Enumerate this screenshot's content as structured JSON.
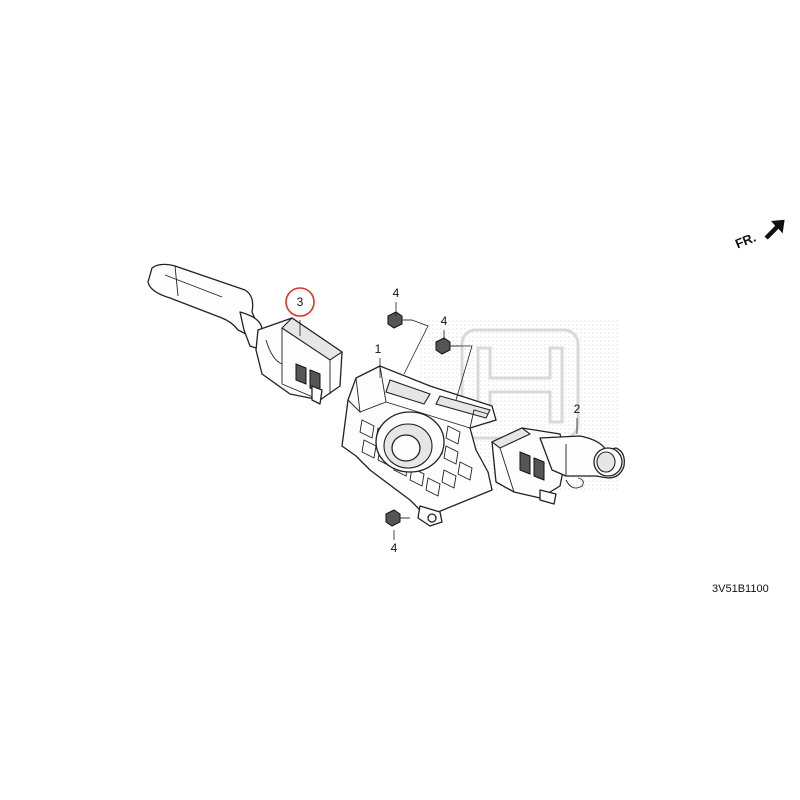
{
  "direction_label": "FR.",
  "diagram_code": "3V51B1100",
  "highlight_color": "#d9342b",
  "callouts": [
    {
      "id": "1",
      "label": "1"
    },
    {
      "id": "2",
      "label": "2"
    },
    {
      "id": "3",
      "label": "3",
      "highlighted": true
    },
    {
      "id": "4a",
      "label": "4"
    },
    {
      "id": "4b",
      "label": "4"
    },
    {
      "id": "4c",
      "label": "4"
    }
  ]
}
